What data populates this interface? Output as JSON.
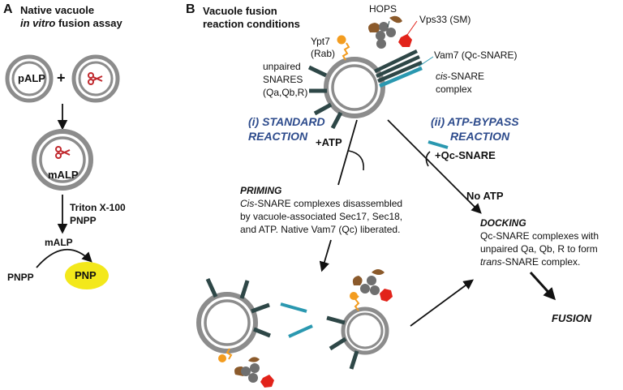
{
  "panel_a": {
    "letter": "A",
    "title_line1": "Native vacuole",
    "title_line2": "in vitro",
    "title_line2_rest": " fusion assay",
    "palp_label": "pALP",
    "plus": "+",
    "malp_label": "mALP",
    "triton": "Triton X-100",
    "pnpp_top": "PNPP",
    "malp_enzyme": "mALP",
    "pnpp_substrate": "PNPP",
    "pnp_product": "PNP"
  },
  "panel_b": {
    "letter": "B",
    "title_line1": "Vacuole fusion",
    "title_line2": "reaction conditions",
    "hops": "HOPS",
    "vps33": "Vps33 (SM)",
    "ypt7_line1": "Ypt7",
    "ypt7_line2": "(Rab)",
    "vam7": "Vam7 (Qc-SNARE)",
    "unpaired_line1": "unpaired",
    "unpaired_line2": "SNARES",
    "unpaired_line3": "(Qa,Qb,R)",
    "cis_italic": "cis",
    "cis_line1_rest": "-SNARE",
    "cis_line2": "complex",
    "standard_line1": "(i) STANDARD",
    "standard_line2": "REACTION",
    "plus_atp": "+ATP",
    "bypass_line1": "(ii) ATP-BYPASS",
    "bypass_line2": "REACTION",
    "plus_qc": "+Qc-SNARE",
    "no_atp": "No ATP",
    "priming_title": "PRIMING",
    "priming_line1_italic": "Cis",
    "priming_line1_rest": "-SNARE complexes disassembled",
    "priming_line2": "by vacuole-associated Sec17, Sec18,",
    "priming_line3": "and ATP. Native Vam7 (Qc) liberated.",
    "docking_title": "DOCKING",
    "docking_line1": "Qc-SNARE complexes with",
    "docking_line2": "unpaired Qa, Qb, R to form",
    "docking_line3_italic": "trans",
    "docking_line3_rest": "-SNARE complex.",
    "fusion": "FUSION"
  },
  "colors": {
    "membrane": "#8c8c8c",
    "snare": "#2e4747",
    "vam7": "#2a98b0",
    "hops_gray": "#6f6f6f",
    "hops_brown": "#8b5a2b",
    "vps33_red": "#e2231a",
    "ypt7_orange": "#f39c1f",
    "pnp_yellow": "#f3e81b",
    "scissors_red": "#c0282d",
    "blue_text": "#2d4b8c"
  },
  "icons": [
    "scissors-icon",
    "arrow-down-icon",
    "curved-arrow-icon",
    "hops-complex-icon",
    "ypt7-icon"
  ]
}
